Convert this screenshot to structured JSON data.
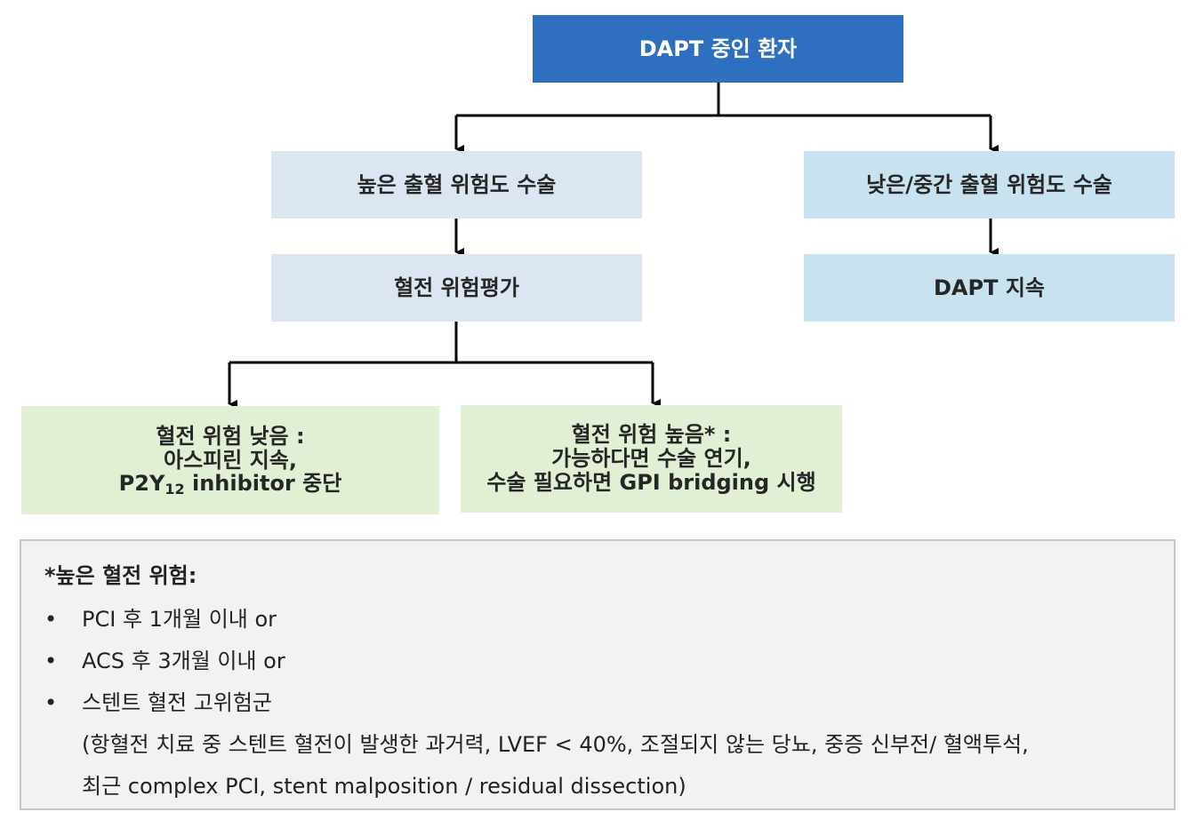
{
  "flowchart": {
    "root": "DAPT 중인 환자",
    "high_bleeding": "높은 출혈 위험도 수술",
    "low_bleeding": "낮은/중간 출혈 위험도 수술",
    "thrombosis_assessment": "혈전 위험평가",
    "continue_dapt": "DAPT 지속",
    "low_thrombosis": {
      "line1": "혈전 위험 낮음 :",
      "line2": "아스피린 지속,",
      "line3_pre": "P2Y",
      "line3_sub": "12",
      "line3_post": " inhibitor 중단"
    },
    "high_thrombosis": {
      "line1": "혈전 위험 높음* :",
      "line2": "가능하다면 수술 연기,",
      "line3": "수술 필요하면 GPI bridging 시행"
    }
  },
  "note": {
    "title": "*높은 혈전 위험:",
    "bullet_symbol": "•",
    "items": [
      "PCI 후 1개월 이내 or",
      "ACS 후 3개월 이내 or",
      "스텐트 혈전 고위험군"
    ],
    "continuation": [
      "(항혈전 치료 중 스텐트 혈전이 발생한 과거력, LVEF < 40%, 조절되지 않는 당뇨, 중증 신부전/ 혈액투석,",
      "최근 complex PCI, stent malposition / residual dissection)"
    ]
  },
  "colors": {
    "root_fill": "#2e6fbf",
    "high_branch_fill": "#dce6f2",
    "low_branch_fill": "#c9e2f0",
    "outcome_fill": "#e1f0d5",
    "note_fill": "#f2f2f2",
    "connector": "#000000"
  }
}
